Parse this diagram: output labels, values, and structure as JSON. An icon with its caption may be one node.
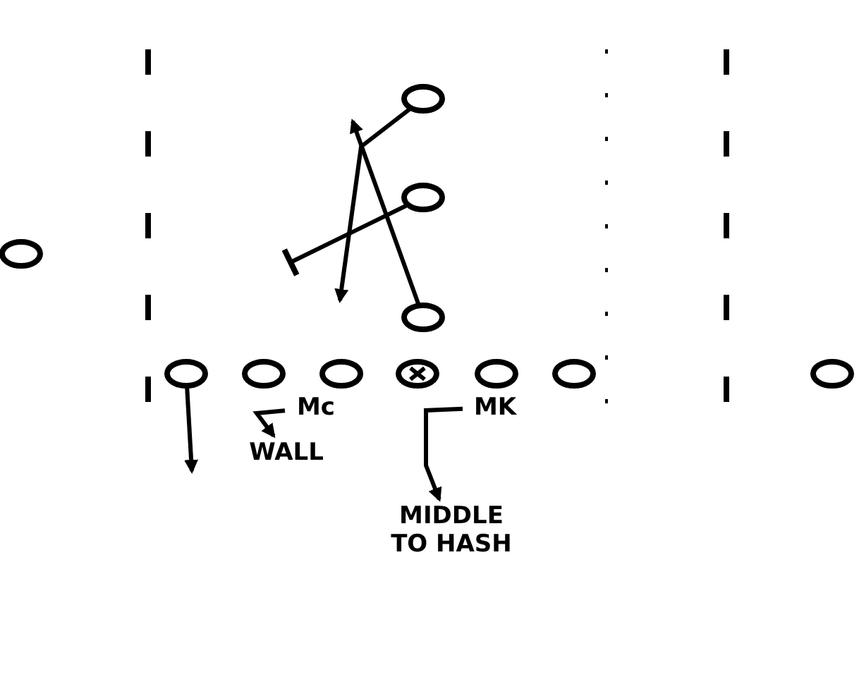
{
  "diagram": {
    "nodes": [
      {
        "text": [],
        "shape": "circle"
      },
      {
        "text": [],
        "shape": "circle"
      },
      {
        "text": [],
        "shape": "circle"
      },
      {
        "text": [],
        "shape": "circle"
      },
      {
        "text": [],
        "shape": "circle"
      },
      {
        "text": [],
        "shape": "circle"
      },
      {
        "text": [],
        "shape": "circle"
      },
      {
        "text": [],
        "shape": "circle"
      },
      {
        "text": [],
        "shape": "circle"
      },
      {
        "text": [],
        "shape": "circle"
      },
      {
        "text": [],
        "shape": "circle"
      },
      {
        "text": [
          "Mc"
        ]
      },
      {
        "text": [
          "MK"
        ]
      },
      {
        "text": [
          "WALL"
        ]
      },
      {
        "text": [
          "MIDDLE TO HASH"
        ]
      }
    ],
    "edges": [
      {
        "from": 3,
        "to": null,
        "arrow": "to"
      },
      {
        "from": 0,
        "to": null,
        "arrow": "to"
      },
      {
        "from": 1,
        "to": null,
        "arrow": "other"
      },
      {
        "from": 4,
        "to": null,
        "arrow": "to"
      },
      {
        "from": 11,
        "to": 13,
        "arrow": "to"
      },
      {
        "from": 12,
        "to": 14,
        "arrow": "to"
      }
    ]
  }
}
